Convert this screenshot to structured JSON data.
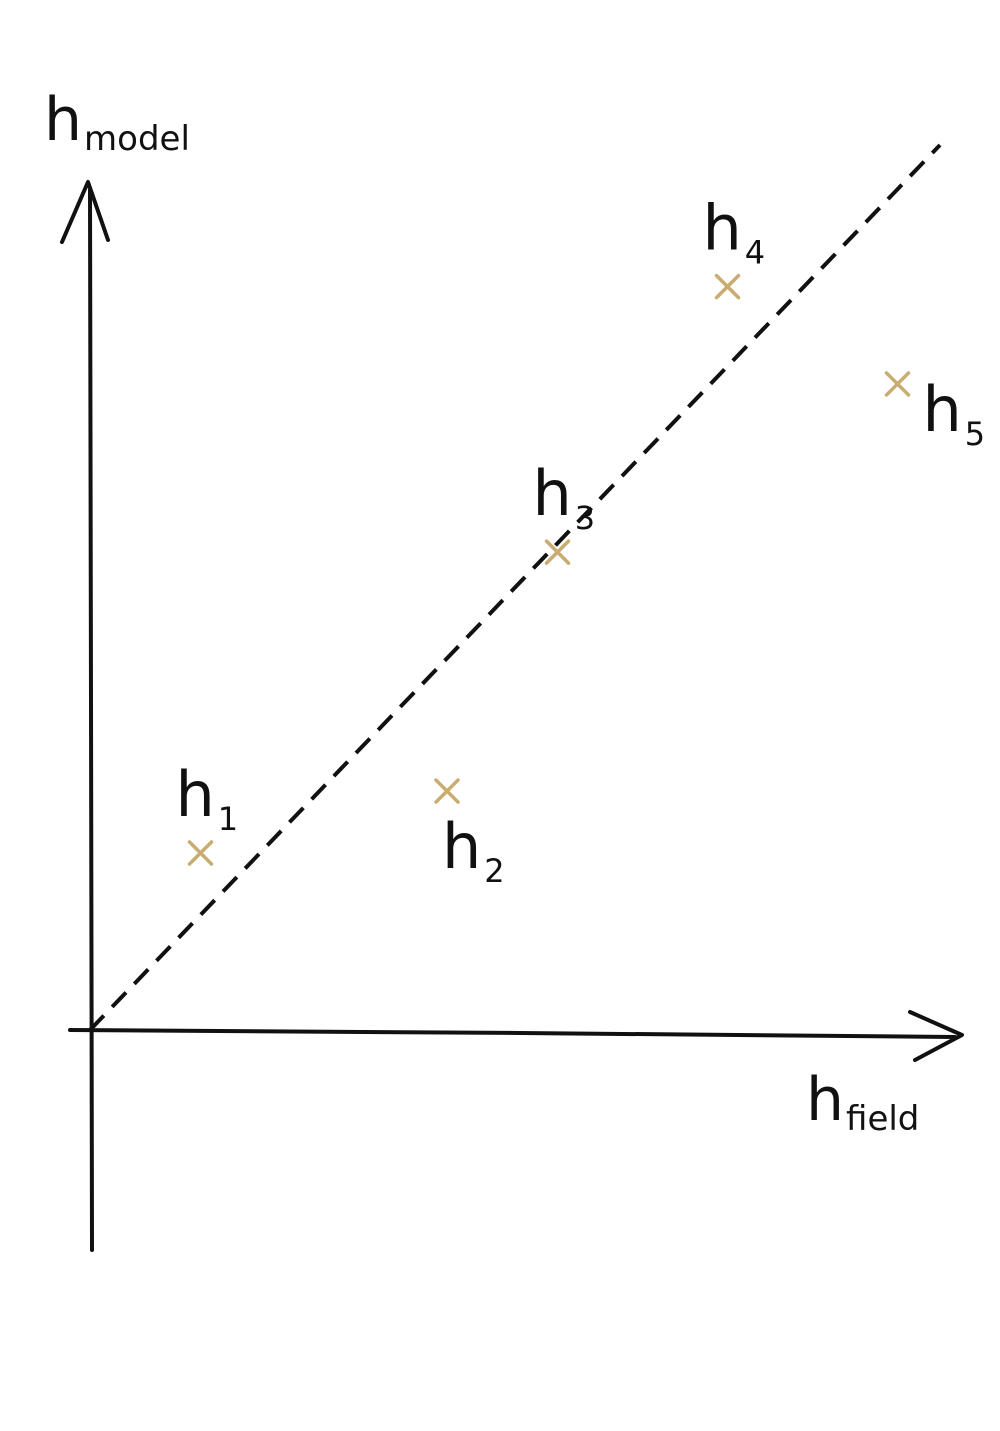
{
  "chart_data": {
    "type": "scatter",
    "xlabel": {
      "base": "h",
      "sub": "field"
    },
    "ylabel": {
      "base": "h",
      "sub": "model"
    },
    "xlim": [
      0,
      1
    ],
    "ylim": [
      0,
      1
    ],
    "grid": false,
    "reference_line": {
      "style": "dashed",
      "from": [
        0,
        0
      ],
      "to": [
        1,
        1
      ]
    },
    "marker": "x",
    "points": [
      {
        "x": 0.13,
        "y": 0.2,
        "label": {
          "base": "h",
          "sub": "1"
        },
        "label_position": "above"
      },
      {
        "x": 0.42,
        "y": 0.27,
        "label": {
          "base": "h",
          "sub": "2"
        },
        "label_position": "below"
      },
      {
        "x": 0.55,
        "y": 0.54,
        "label": {
          "base": "h",
          "sub": "3"
        },
        "label_position": "above"
      },
      {
        "x": 0.75,
        "y": 0.84,
        "label": {
          "base": "h",
          "sub": "4"
        },
        "label_position": "above"
      },
      {
        "x": 0.95,
        "y": 0.73,
        "label": {
          "base": "h",
          "sub": "5"
        },
        "label_position": "right"
      }
    ]
  },
  "colors": {
    "axis": "#111111",
    "marker": "#c9ac70",
    "text": "#111111"
  }
}
